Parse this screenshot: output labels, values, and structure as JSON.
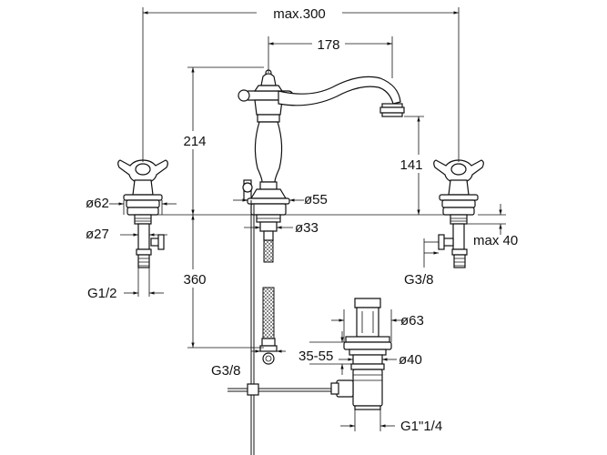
{
  "dimensions": {
    "overall_width": "max.300",
    "spout_reach": "178",
    "spout_height": "214",
    "spout_clearance": "141",
    "handle_base_diameter": "ø62",
    "handle_shank_diameter": "ø27",
    "handle_thread": "G1/2",
    "spout_base_diameter": "ø55",
    "spout_shank_diameter": "ø33",
    "deck_thickness_max": "max 40",
    "valve_outlet_thread": "G3/8",
    "hose_length": "360",
    "spout_hose_thread": "G3/8",
    "drain_flange_diameter": "ø63",
    "drain_clamp_range": "35-55",
    "drain_body_diameter": "ø40",
    "drain_outlet_thread": "G1\"1/4"
  }
}
